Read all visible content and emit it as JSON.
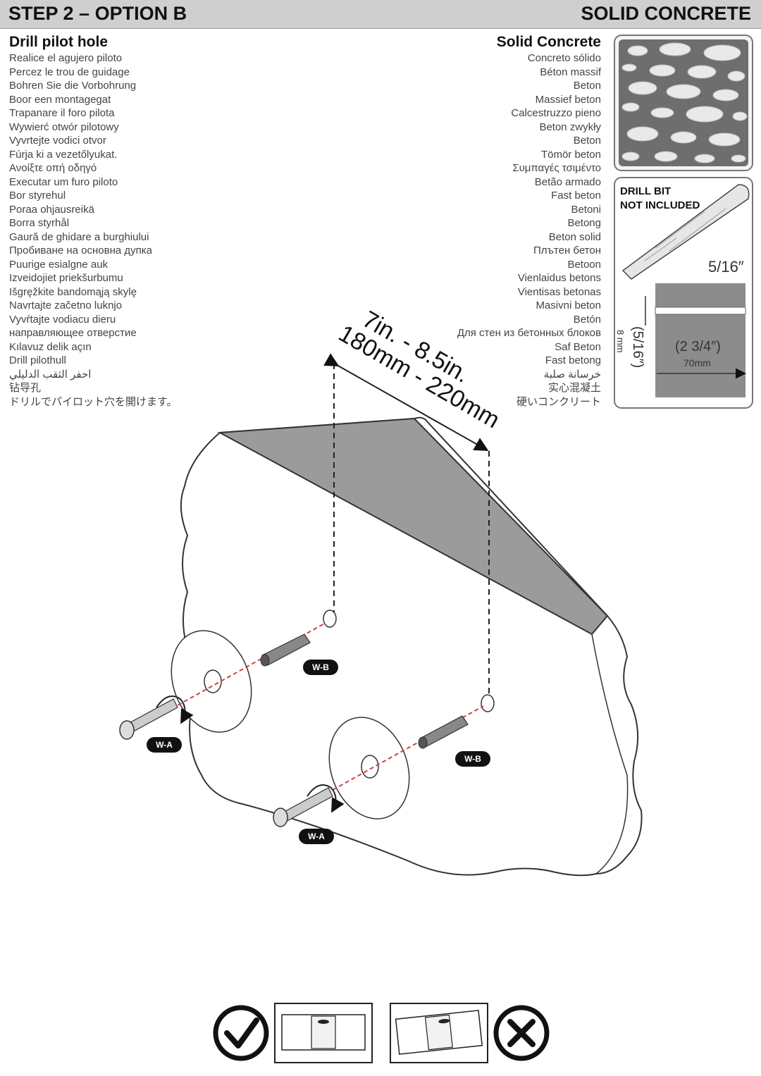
{
  "header": {
    "step_title": "STEP 2 – OPTION B",
    "material_title": "SOLID CONCRETE"
  },
  "instructions": {
    "heading": "Drill pilot hole",
    "translations": [
      "Realice el agujero piloto",
      "Percez le trou de guidage",
      "Bohren Sie die Vorbohrung",
      "Boor een montagegat",
      "Trapanare il foro pilota",
      "Wywierć otwór pilotowy",
      "Vyvrtejte vodici otvor",
      "Fúrja ki a vezetőlyukat.",
      "Ανοίξτε οπή οδηγό",
      "Executar um furo piloto",
      "Bor styrehul",
      "Poraa ohjausreikä",
      "Borra styrhål",
      "Gaură de ghidare a burghiului",
      "Пробиване на основна дупка",
      "Puurige esialgne auk",
      "Izveidojiet priekšurbumu",
      "Išgręžkite bandomąją skylę",
      "Navrtajte začetno luknjo",
      "Vyvŕtajte vodiacu dieru",
      "направляющее отверстие",
      "Kılavuz delik açın",
      "Drill pilothull",
      "احفر الثقب الدليلي",
      "钻导孔",
      "ドリルでパイロット穴を開けます。"
    ]
  },
  "material": {
    "heading": "Solid Concrete",
    "translations": [
      "Concreto sólido",
      "Béton massif",
      "Beton",
      "Massief beton",
      "Calcestruzzo pieno",
      "Beton zwykły",
      "Beton",
      "Tömör beton",
      "Συμπαγές τσιμέντο",
      "Betão armado",
      "Fast beton",
      "Betoni",
      "Betong",
      "Beton solid",
      "Плътен бетон",
      "Betoon",
      "Vienlaidus betons",
      "Vientisas betonas",
      "Masivni beton",
      "Betón",
      "Для стен из бетонных блоков",
      "Saf Beton",
      "Fast betong",
      "خرسانة صلبة",
      "实心混凝土",
      "硬いコンクリート"
    ]
  },
  "drill_bit": {
    "note_line1": "DRILL BIT",
    "note_line2": "NOT INCLUDED",
    "diameter": "5/16″",
    "hole_diameter_in": "(5/16″)",
    "hole_diameter_mm": "8 mm",
    "depth_in": "(2 3/4″)",
    "depth_mm": "70mm"
  },
  "spacing": {
    "imperial": "7in. - 8.5in.",
    "metric": "180mm - 220mm"
  },
  "parts": {
    "screw": "W-A",
    "anchor": "W-B"
  },
  "level_check": {
    "correct_icon": "check-circle-icon",
    "wrong_icon": "x-circle-icon"
  }
}
